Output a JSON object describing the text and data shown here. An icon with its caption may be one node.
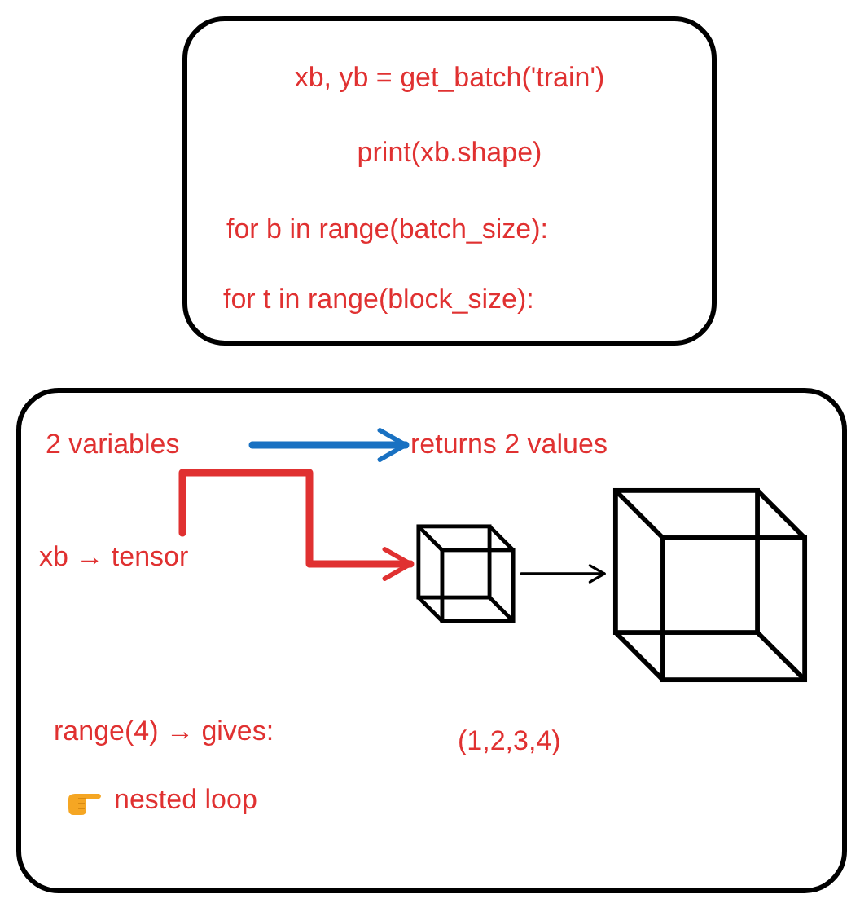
{
  "diagram": {
    "nodes": [
      {
        "text": [
          "xb, yb = get_batch('train')",
          "print(xb.shape)",
          "for b in range(batch_size):",
          "for t in range(block_size):"
        ]
      },
      {
        "text": [],
        "shape": "box"
      },
      {
        "text": [
          "2 variables"
        ],
        "in": 1
      },
      {
        "text": [
          "returns 2 values"
        ],
        "in": 1
      },
      {
        "text": [
          "xb → tensor"
        ],
        "in": 1
      },
      {
        "text": [],
        "shape": "cube",
        "in": 1
      },
      {
        "text": [],
        "shape": "cube",
        "in": 1
      }
    ],
    "edges": [
      {
        "from": 2,
        "to": 3,
        "arrow": "to",
        "color": "#1971c2"
      },
      {
        "from": 4,
        "to": 5,
        "arrow": "to",
        "color": "#e03131"
      },
      {
        "from": 5,
        "to": 6,
        "arrow": "to",
        "color": "#000000"
      }
    ],
    "labels": [
      "range(4) → gives:",
      "(1,2,3,4)",
      "nested loop"
    ]
  }
}
